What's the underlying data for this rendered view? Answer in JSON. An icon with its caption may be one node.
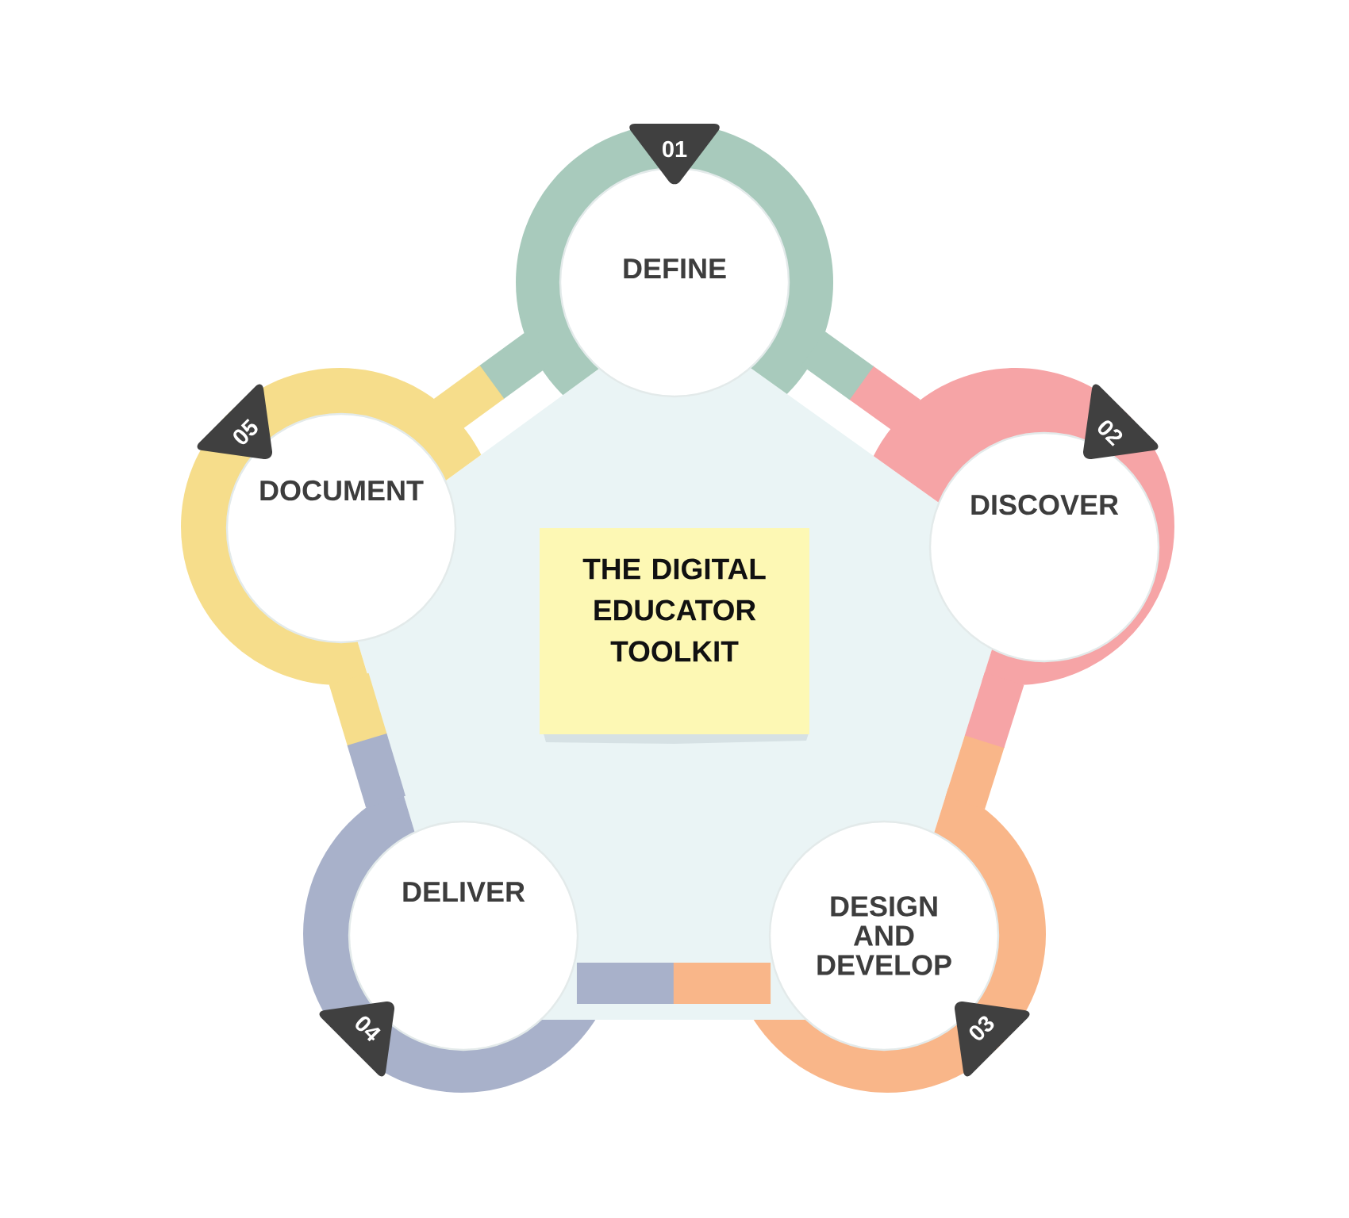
{
  "diagram": {
    "nodes": [
      {
        "text": [
          "THE DIGITAL EDUCATOR TOOLKIT"
        ]
      },
      {
        "text": [
          "DEFINE"
        ]
      },
      {
        "text": [
          "01"
        ],
        "in": 1
      },
      {
        "text": [
          "DISCOVER"
        ]
      },
      {
        "text": [
          "02"
        ],
        "in": 3
      },
      {
        "text": [
          "DESIGN AND DEVELOP"
        ]
      },
      {
        "text": [
          "03"
        ],
        "in": 5
      },
      {
        "text": [
          "DELIVER"
        ]
      },
      {
        "text": [
          "04"
        ],
        "in": 7
      },
      {
        "text": [
          "DOCUMENT"
        ]
      },
      {
        "text": [
          "05"
        ],
        "in": 9
      }
    ],
    "edges": [
      {
        "from": 1,
        "to": 3,
        "arrow": "none"
      },
      {
        "from": 3,
        "to": 5,
        "arrow": "none"
      },
      {
        "from": 5,
        "to": 7,
        "arrow": "none"
      },
      {
        "from": 7,
        "to": 9,
        "arrow": "none"
      },
      {
        "from": 9,
        "to": 1,
        "arrow": "none"
      }
    ]
  }
}
